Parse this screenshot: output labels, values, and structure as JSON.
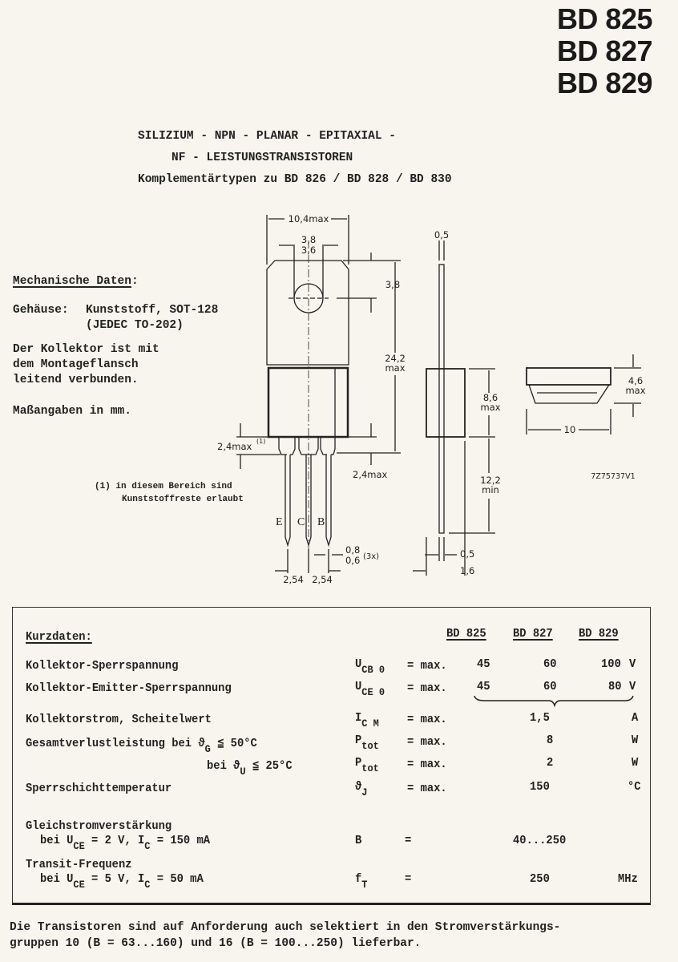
{
  "header": {
    "types": [
      "BD 825",
      "BD 827",
      "BD 829"
    ]
  },
  "subtitle": {
    "line1": "SILIZIUM - NPN - PLANAR - EPITAXIAL -",
    "line2": "NF - LEISTUNGSTRANSISTOREN",
    "line3": "Komplementärtypen zu BD 826 / BD 828 / BD 830"
  },
  "mechanical": {
    "heading": "Mechanische Daten",
    "heading_colon": ":",
    "housing_label": "Gehäuse:",
    "housing_value": "Kunststoff, SOT-128",
    "housing_jedec": "(JEDEC TO-202)",
    "note1": "Der Kollektor ist mit",
    "note2": "dem Montageflansch",
    "note3": "leitend verbunden.",
    "units": "Maßangaben in mm."
  },
  "drawing": {
    "dim_width": "10,4max",
    "dim_hole_max": "3,8",
    "dim_hole_min": "3,6",
    "dim_hole_pos": "3,8",
    "dim_total_a": "24,2",
    "dim_total_b": "max",
    "dim_lead_left": "2,4max",
    "dim_lead_left_note": "(1)",
    "dim_lead_right": "2,4max",
    "footnote1": "(1) in diesem Bereich sind",
    "footnote2": "Kunststoffreste erlaubt",
    "pin_e": "E",
    "pin_c": "C",
    "pin_b": "B",
    "dim_pin_max": "0,8",
    "dim_pin_min": "0,6",
    "dim_pin_count": "(3x)",
    "dim_pitch1": "2,54",
    "dim_pitch2": "2,54",
    "dim_side_top": "0,5",
    "dim_body_a": "8,6",
    "dim_body_b": "max",
    "dim_lead_a": "12,2",
    "dim_lead_b": "min",
    "dim_side_bottom1": "0,5",
    "dim_side_bottom2": "1,6",
    "dim_top_h_a": "4,6",
    "dim_top_h_b": "max",
    "dim_top_w": "10",
    "drawing_code": "7Z75737V1"
  },
  "kurzdaten": {
    "heading": "Kurzdaten:",
    "columns": [
      "BD 825",
      "BD 827",
      "BD 829"
    ],
    "rows": [
      {
        "label": "Kollektor-Sperrspannung",
        "sym": "U",
        "sub": "CB 0",
        "eq": "= max.",
        "values": [
          "45",
          "60",
          "100"
        ],
        "unit": "V"
      },
      {
        "label": "Kollektor-Emitter-Sperrspannung",
        "sym": "U",
        "sub": "CE 0",
        "eq": "= max.",
        "values": [
          "45",
          "60",
          "80"
        ],
        "unit": "V"
      },
      {
        "label": "Kollektorstrom, Scheitelwert",
        "sym": "I",
        "sub": "C M",
        "eq": "= max.",
        "value": "1,5",
        "unit": "A"
      },
      {
        "label": "Gesamtverlustleistung bei ϑ",
        "cond_sub": "G",
        "cond": "≦ 50°C",
        "sym": "P",
        "sub": "tot",
        "eq": "= max.",
        "value": "8",
        "unit": "W"
      },
      {
        "label": "bei ϑ",
        "cond_sub": "U",
        "cond": "≦ 25°C",
        "sym": "P",
        "sub": "tot",
        "eq": "= max.",
        "value": "2",
        "unit": "W"
      },
      {
        "label": "Sperrschichttemperatur",
        "sym": "ϑ",
        "sub": "J",
        "eq": "= max.",
        "value": "150",
        "unit": "°C"
      },
      {
        "label": "Gleichstromverstärkung",
        "label2a": "bei U",
        "label2sub1": "CE",
        "label2b": " = 2 V, I",
        "label2sub2": "C",
        "label2c": " = 150 mA",
        "sym": "B",
        "eq": "=",
        "value": "40...250"
      },
      {
        "label": "Transit-Frequenz",
        "label2a": "bei U",
        "label2sub1": "CE",
        "label2b": " = 5 V, I",
        "label2sub2": "C",
        "label2c": " = 50 mA",
        "sym": "f",
        "sub": "T",
        "eq": "=",
        "value": "250",
        "unit": "MHz"
      }
    ]
  },
  "footer": {
    "line1": "Die Transistoren sind auf Anforderung auch selektiert in den Stromverstärkungs-",
    "line2": "gruppen 10 (B = 63...160) und 16 (B = 100...250) lieferbar."
  }
}
